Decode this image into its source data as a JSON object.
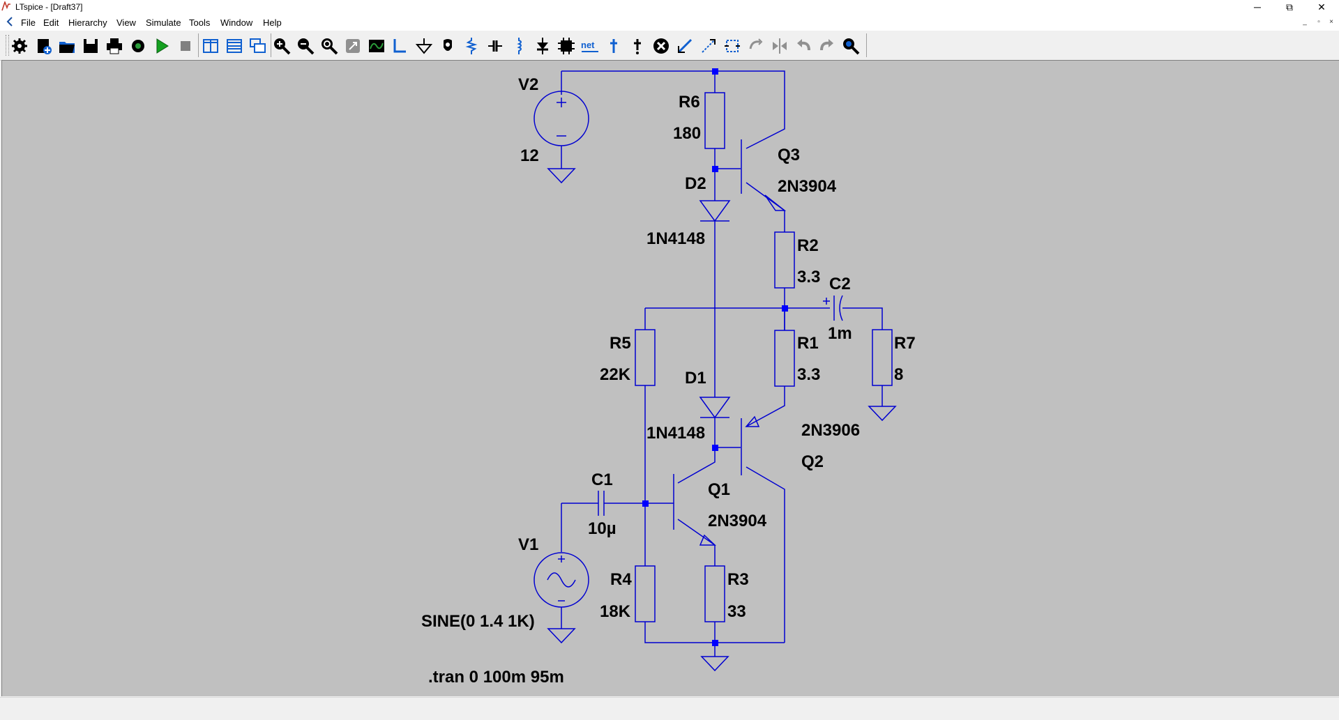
{
  "window": {
    "title": "LTspice - [Draft37]",
    "controls": {
      "minimize": "─",
      "maximize": "⧉",
      "close": "✕"
    }
  },
  "menu": {
    "items": [
      "File",
      "Edit",
      "Hierarchy",
      "View",
      "Simulate",
      "Tools",
      "Window",
      "Help"
    ]
  },
  "toolbar": {
    "buttons": [
      "settings",
      "new-schematic",
      "open",
      "save",
      "print",
      "control-panel",
      "run",
      "halt",
      "tile-vertical",
      "tile-horizontal",
      "cascade",
      "zoom-in",
      "zoom-out",
      "zoom-fit",
      "autorange",
      "waveform",
      "wire",
      "ground",
      "label-net",
      "resistor",
      "capacitor",
      "inductor",
      "diode",
      "component",
      "net",
      "text",
      "spice-directive",
      "delete",
      "move",
      "drag",
      "undo",
      "redo",
      "find"
    ]
  },
  "schematic": {
    "colors": {
      "wire": "#0000d0",
      "junction": "#0000ff",
      "background": "#c0c0c0",
      "text": "#000000"
    },
    "components": {
      "V2": {
        "name": "V2",
        "value": "12"
      },
      "V1": {
        "name": "V1",
        "value": "SINE(0 1.4 1K)"
      },
      "R6": {
        "name": "R6",
        "value": "180"
      },
      "R2": {
        "name": "R2",
        "value": "3.3"
      },
      "R1": {
        "name": "R1",
        "value": "3.3"
      },
      "R5": {
        "name": "R5",
        "value": "22K"
      },
      "R4": {
        "name": "R4",
        "value": "18K"
      },
      "R3": {
        "name": "R3",
        "value": "33"
      },
      "R7": {
        "name": "R7",
        "value": "8"
      },
      "C1": {
        "name": "C1",
        "value": "10µ"
      },
      "C2": {
        "name": "C2",
        "value": "1m"
      },
      "D1": {
        "name": "D1",
        "value": "1N4148"
      },
      "D2": {
        "name": "D2",
        "value": "1N4148"
      },
      "Q1": {
        "name": "Q1",
        "value": "2N3904"
      },
      "Q2": {
        "name": "Q2",
        "value": "2N3906"
      },
      "Q3": {
        "name": "Q3",
        "value": "2N3904"
      }
    },
    "directive": ".tran 0 100m 95m"
  }
}
